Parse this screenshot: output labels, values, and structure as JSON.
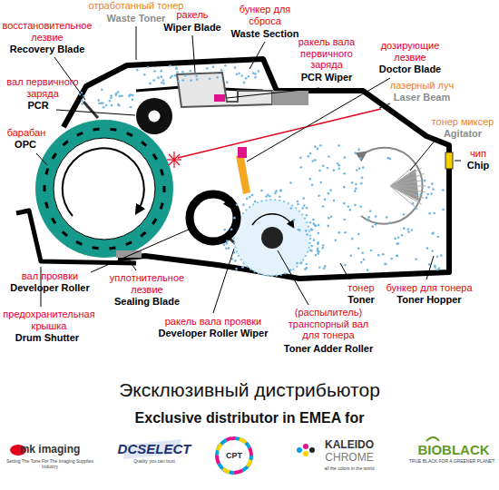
{
  "diagram": {
    "labels": [
      "отработанный тонер",
      "Waste Toner",
      "ракель",
      "Wiper Blade",
      "бункер для сброса",
      "Waste Section",
      "восстановительное лезвие",
      "Recovery Blade",
      "ракель вала первичного заряда",
      "PCR Wiper",
      "дозирующие лезвие",
      "Doctor Blade",
      "вал первичного заряда",
      "PCR",
      "лазерный луч",
      "Laser Beam",
      "тонер миксер",
      "Agitator",
      "чип",
      "Chip",
      "барабан",
      "OPC",
      "вал проявки",
      "Developer Roller",
      "уплотнительное лезвие",
      "Sealing Blade",
      "предохранительная крышка",
      "Drum Shutter",
      "ракель вала проявки",
      "Developer Roller Wiper",
      "(распылитель) транспорный вал для тонера",
      "Toner Adder Roller",
      "тонер",
      "Toner",
      "бункер для тонера",
      "Toner Hopper",
      "Эксклюзивный дистрибьютор",
      "Exclusive distributor in EMEA for",
      "mk imaging",
      "Setting The Tone For The Imaging Supplies Industry",
      "DCSELECT",
      "Quality you can trust",
      "CPT",
      "KALEIDO",
      "CHROME",
      "all the colors in the world",
      "BIOBLACK",
      "TRUE BLACK FOR A GREENER PLANET"
    ]
  }
}
